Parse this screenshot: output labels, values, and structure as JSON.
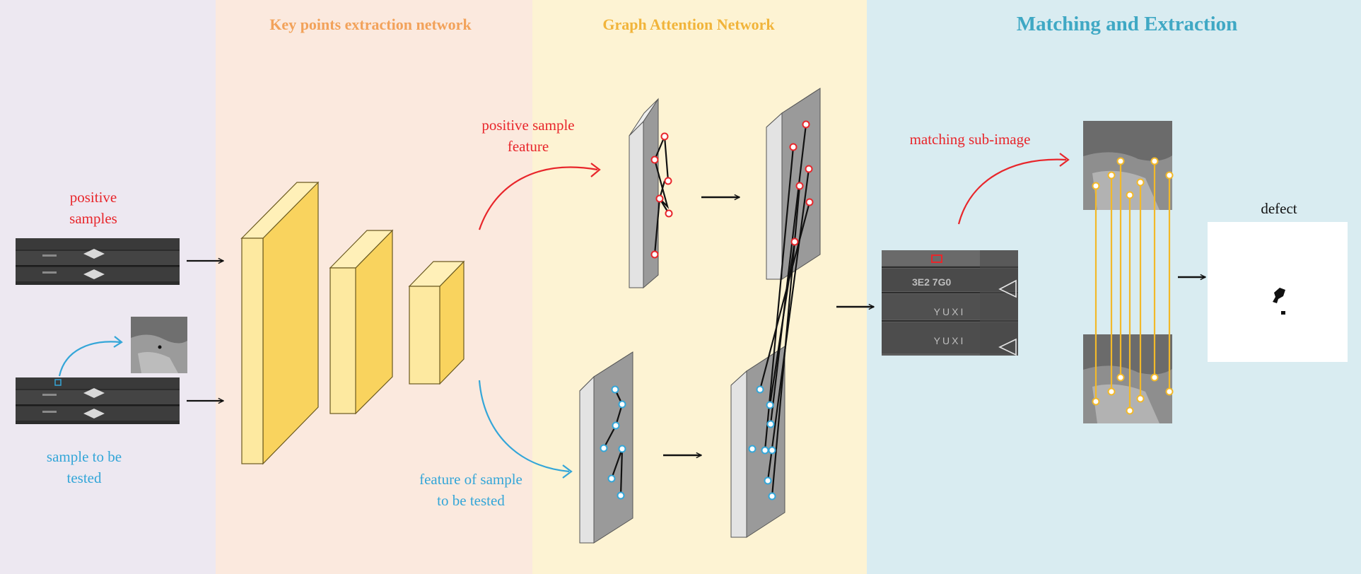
{
  "sections": {
    "keypoints": "Key points extraction network",
    "gat": "Graph Attention Network",
    "matching": "Matching and Extraction"
  },
  "labels": {
    "positive_samples": [
      "positive",
      "samples"
    ],
    "sample_to_test": [
      "sample to be",
      "tested"
    ],
    "positive_feature": [
      "positive sample",
      "feature"
    ],
    "test_feature": [
      "feature of sample",
      "to be tested"
    ],
    "matching_subimage": "matching sub-image",
    "defect": "defect"
  },
  "image_text": {
    "yuxi": "YUXI",
    "num": "3E2 7G0"
  },
  "colors": {
    "red": "#e8262b",
    "blue": "#34a6d8",
    "orange": "#f2a25a",
    "gold": "#f1b43a",
    "teal": "#3fa8c4",
    "match_line": "#f2b92a",
    "block_front": "#fde9a0",
    "block_side": "#f9d35e"
  }
}
